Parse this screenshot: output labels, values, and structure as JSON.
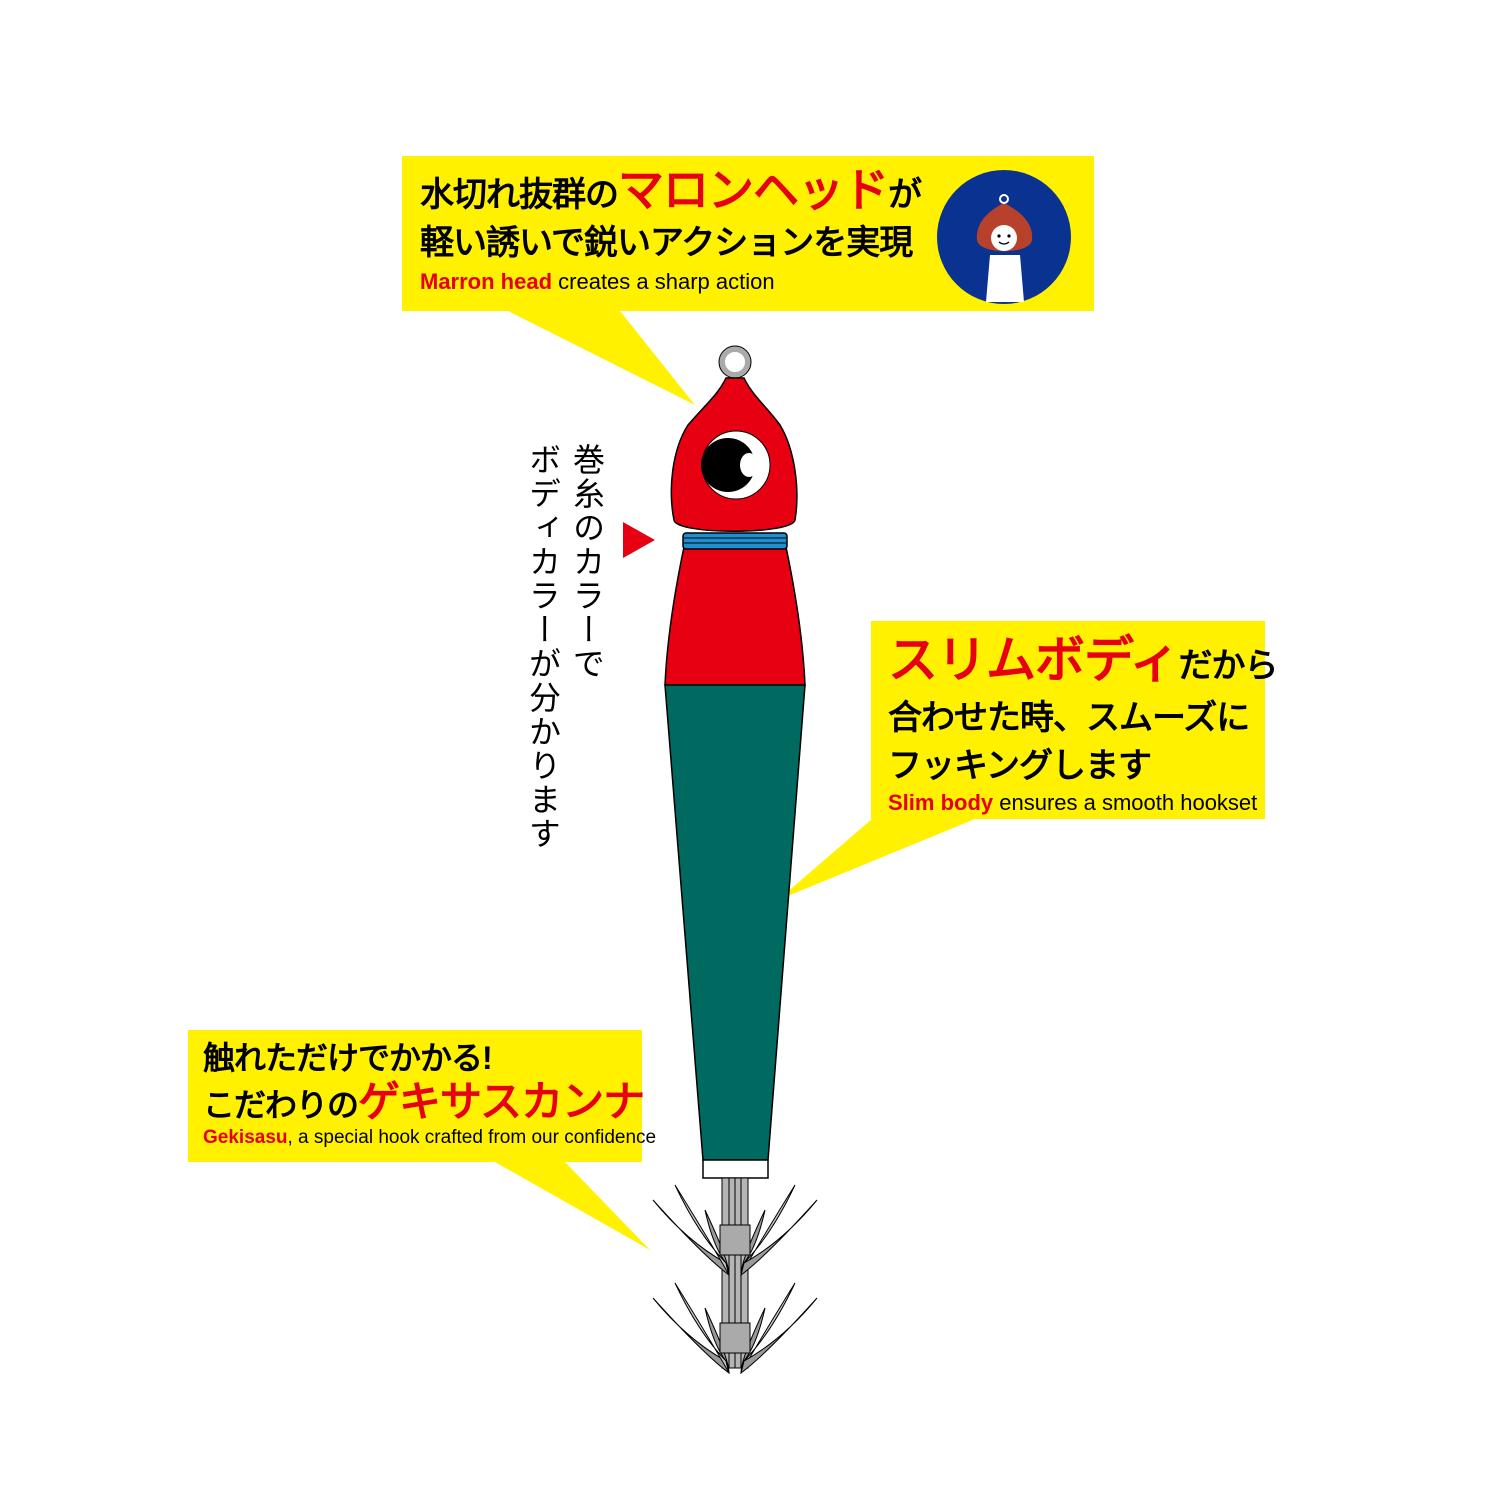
{
  "colors": {
    "yellow": "#fff100",
    "red": "#e60012",
    "green": "#006a60",
    "navy": "#0a3391",
    "band_blue": "#1e8fd0",
    "hook_gray": "#b5b5b5"
  },
  "callouts": {
    "head": {
      "line1_pre": "水切れ抜群の",
      "line1_highlight": "マロンヘッド",
      "line1_post": "が",
      "line2": "軽い誘いで鋭いアクションを実現",
      "en_highlight": "Marron head",
      "en_rest": " creates a sharp action",
      "icon": "marron-mascot-icon"
    },
    "body": {
      "line1_highlight": "スリムボディ",
      "line1_post": "だから",
      "line2": "合わせた時、スムーズに",
      "line3": "フッキングします",
      "en_highlight": "Slim body",
      "en_rest": " ensures a smooth hookset"
    },
    "hook": {
      "line1": "触れただけでかかる!",
      "line2_pre": "こだわりの",
      "line2_highlight": "ゲキサスカンナ",
      "en_highlight": "Gekisasu",
      "en_rest": ", a special hook crafted from our confidence"
    }
  },
  "vertical_note": {
    "line1": "巻糸のカラーで",
    "line2": "ボディカラーが分かります"
  }
}
